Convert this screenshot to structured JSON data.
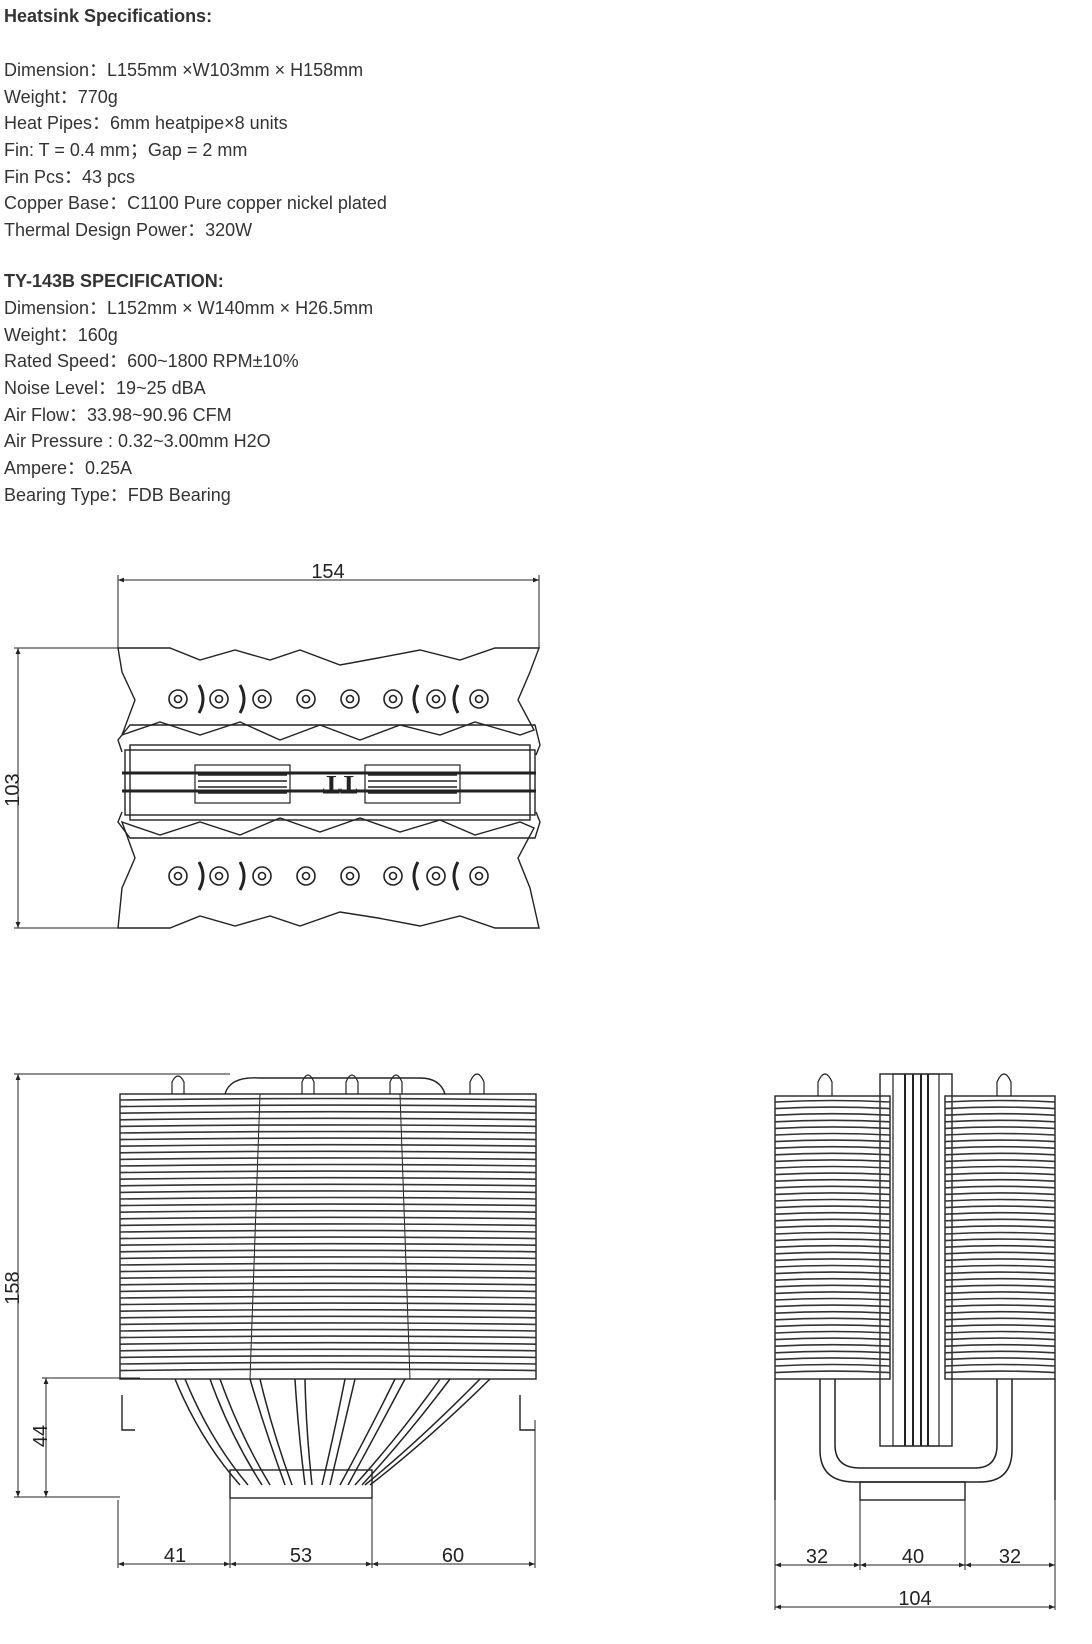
{
  "heatsink": {
    "title": "Heatsink Specifications:",
    "lines": [
      "Dimension：L155mm ×W103mm × H158mm",
      "Weight：770g",
      "Heat Pipes：6mm heatpipe×8 units",
      "Fin: T = 0.4 mm；Gap = 2 mm",
      "Fin Pcs：43 pcs",
      "Copper Base：C1100 Pure copper nickel plated",
      "Thermal Design Power：320W"
    ]
  },
  "fan": {
    "title": "TY-143B SPECIFICATION:",
    "lines": [
      "Dimension：L152mm × W140mm × H26.5mm",
      "Weight：160g",
      "Rated Speed：600~1800 RPM±10%",
      "Noise Level：19~25 dBA",
      "Air Flow：33.98~90.96 CFM",
      "Air Pressure : 0.32~3.00mm H2O",
      "Ampere：0.25A",
      "Bearing Type：FDB Bearing"
    ]
  },
  "drawing": {
    "top_view": {
      "width": "154",
      "height": "103",
      "logo": "TT"
    },
    "front_view": {
      "height": "158",
      "base_height": "44",
      "seg_left": "41",
      "seg_mid": "53",
      "seg_right": "60"
    },
    "side_view": {
      "seg_left": "32",
      "seg_mid": "40",
      "seg_right": "32",
      "total": "104"
    }
  }
}
